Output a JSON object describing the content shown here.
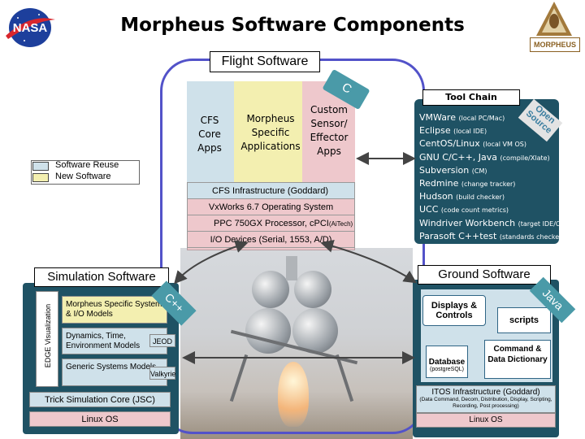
{
  "title": "Morpheus Software Components",
  "logos": {
    "nasa_text": "NASA",
    "morpheus_text": "MORPHEUS"
  },
  "flight": {
    "label": "Flight Software",
    "lang_badge": "C",
    "cfs_apps": "CFS Core Apps",
    "morpheus_apps": "Morpheus Specific Applications",
    "custom_apps": "Custom Sensor/ Effector Apps",
    "infrastructure": "CFS Infrastructure (Goddard)",
    "os": "VxWorks 6.7 Operating System",
    "processor": "PPC 750GX Processor, cPCI",
    "processor_note": "(AiTech)",
    "io": "I/O Devices (Serial, 1553, A/D)"
  },
  "legend": {
    "reuse": "Software Reuse",
    "new": "New Software"
  },
  "toolchain": {
    "title": "Tool Chain",
    "badge": "Open Source",
    "items": [
      {
        "name": "VMWare",
        "note": "(local PC/Mac)"
      },
      {
        "name": "Eclipse",
        "note": "(local IDE)"
      },
      {
        "name": "CentOS/Linux",
        "note": "(local VM OS)"
      },
      {
        "name": "GNU C/C++, Java",
        "note": "(compile/Xlate)"
      },
      {
        "name": "Subversion",
        "note": "(CM)"
      },
      {
        "name": "Redmine",
        "note": "(change tracker)"
      },
      {
        "name": "Hudson",
        "note": "(build checker)"
      },
      {
        "name": "UCC",
        "note": "(code count metrics)"
      },
      {
        "name": "Windriver Workbench",
        "note": "(target IDE/OS)"
      },
      {
        "name": "Parasoft C++test",
        "note": "(standards checker)"
      }
    ]
  },
  "simulation": {
    "title": "Simulation Software",
    "badge": "C++",
    "edge": "EDGE Visualization",
    "morpheus_models": "Morpheus Specific System & I/O Models",
    "dynamics": "Dynamics, Time, Environment Models",
    "jeod": "JEOD",
    "generic": "Generic Systems Models",
    "valkyrie": "Valkyrie",
    "trick": "Trick Simulation Core (JSC)",
    "linux": "Linux OS"
  },
  "ground": {
    "title": "Ground Software",
    "badge": "Java",
    "displays": "Displays & Controls",
    "scripts": "scripts",
    "database": "Database",
    "database_note": "(postgreSQL)",
    "command": "Command & Data Dictionary",
    "itos": "ITOS Infrastructure (Goddard)",
    "itos_note": "(Data Command, Decom, Distribution, Display, Scripting, Recording, Post processing)",
    "linux": "Linux OS"
  },
  "colors": {
    "reuse": "#cfe1ea",
    "new": "#f3efb0",
    "os_layer": "#eec8cc",
    "dark_panel": "#1f5264",
    "badge": "#4a9aa8",
    "outline": "#3b3bd3"
  }
}
